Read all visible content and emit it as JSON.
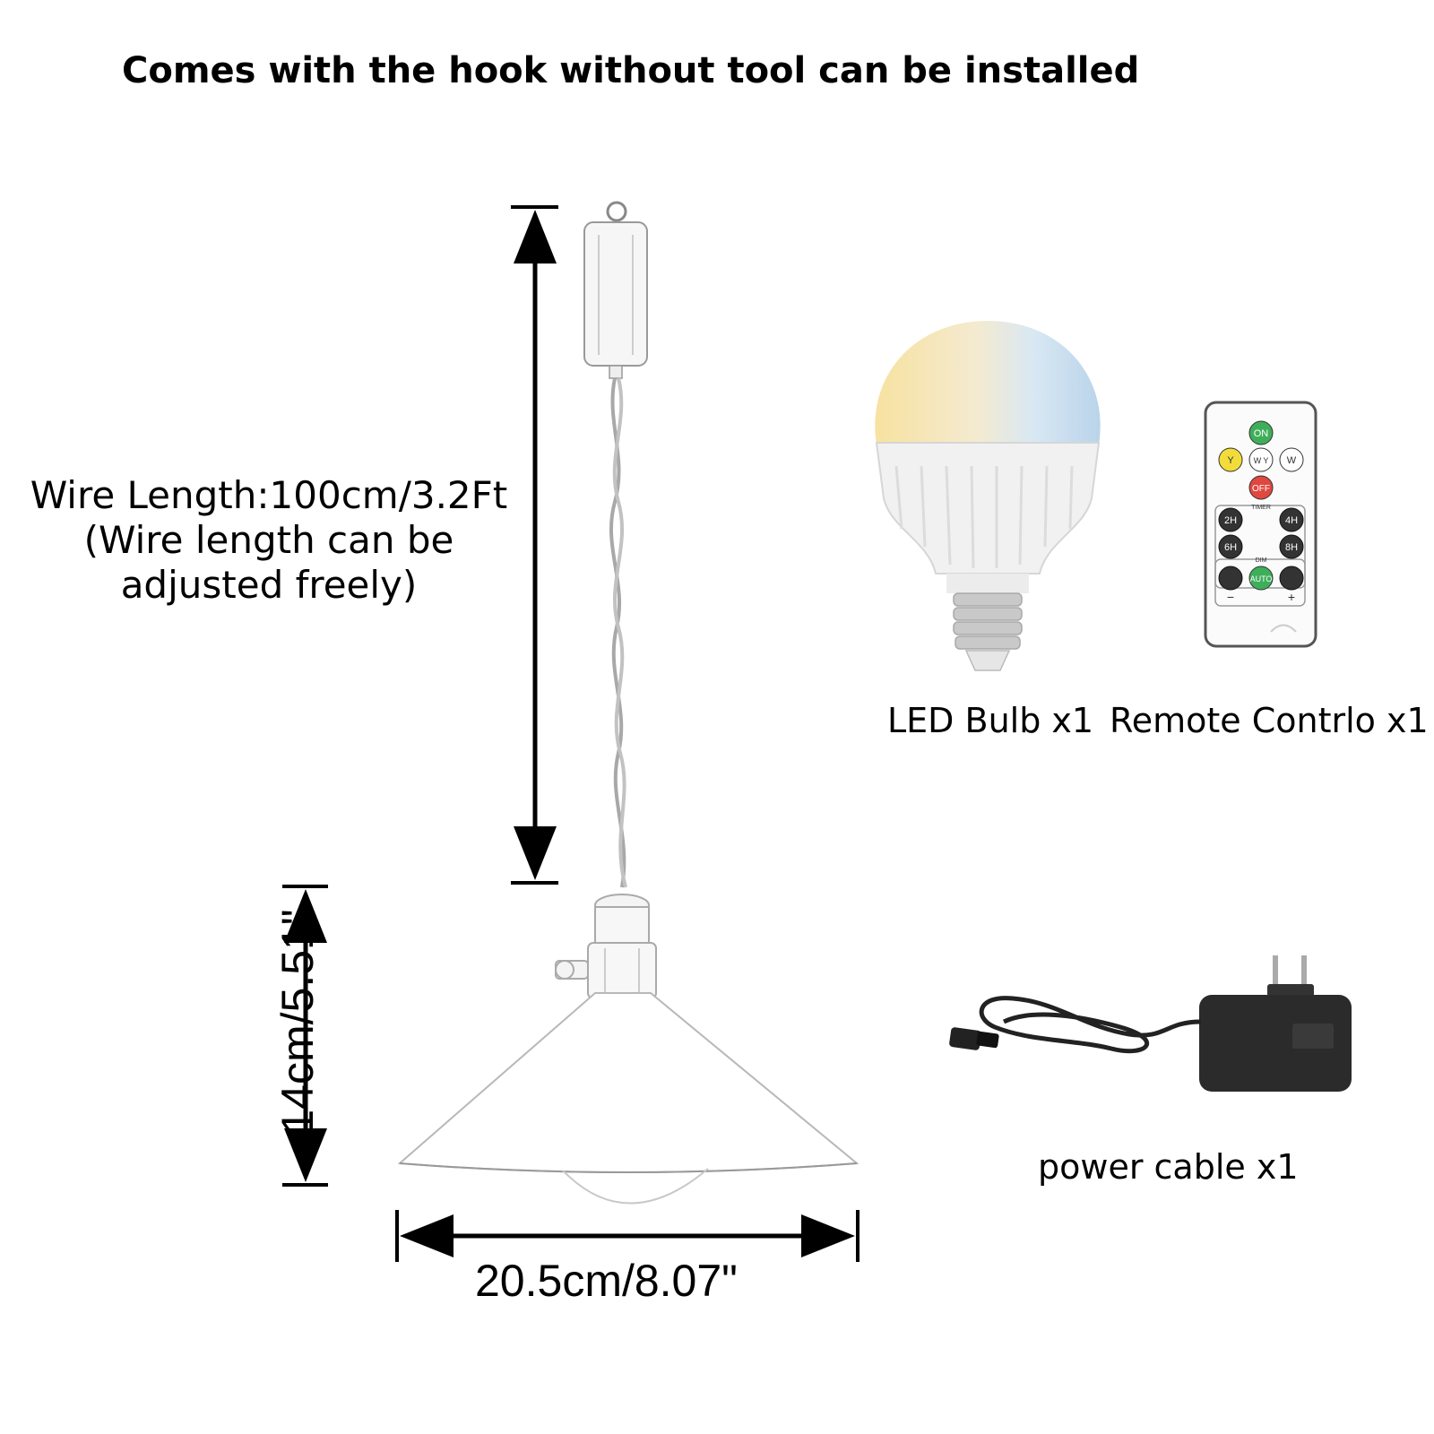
{
  "headline": "Comes with the hook without tool can be installed",
  "wire_length": {
    "line1": "Wire Length:100cm/3.2Ft",
    "line2": "(Wire length can be",
    "line3": "adjusted freely)"
  },
  "dimensions": {
    "height": "14cm/5.51\"",
    "width": "20.5cm/8.07\""
  },
  "items": {
    "bulb": "LED Bulb x1",
    "remote": "Remote Contrlo x1",
    "power": "power cable x1"
  },
  "remote_buttons": {
    "on": "ON",
    "y": "Y",
    "wy": "W Y",
    "w": "W",
    "off": "OFF",
    "timer": "TIMER",
    "h2": "2H",
    "h4": "4H",
    "h6": "6H",
    "h8": "8H",
    "dim": "DIM",
    "auto": "AUTO",
    "minus": "−",
    "plus": "+"
  },
  "colors": {
    "on_button": "#3fae5a",
    "y_button": "#f2dc3a",
    "off_button": "#e0473f",
    "auto_button": "#3fae5a",
    "bulb_warm": "#f6e3a6",
    "bulb_cool": "#cfe3f2"
  }
}
